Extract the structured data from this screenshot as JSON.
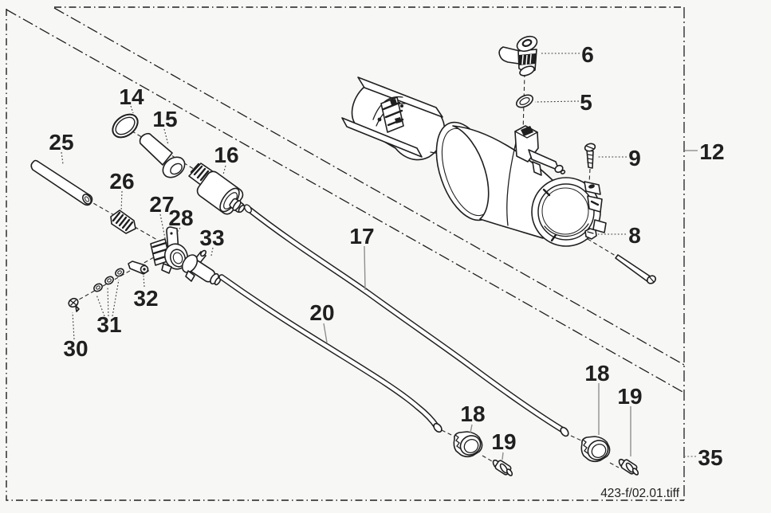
{
  "diagram": {
    "caption": "423-f/02.01.tiff",
    "callouts": {
      "c5": "5",
      "c6": "6",
      "c8": "8",
      "c9": "9",
      "c12": "12",
      "c14": "14",
      "c15": "15",
      "c16": "16",
      "c17": "17",
      "c18a": "18",
      "c18b": "18",
      "c19a": "19",
      "c19b": "19",
      "c20": "20",
      "c25": "25",
      "c26": "26",
      "c27": "27",
      "c28": "28",
      "c30": "30",
      "c31": "31",
      "c32": "32",
      "c33": "33",
      "c35": "35"
    },
    "colors": {
      "line": "#1f1f1f",
      "leader_gray": "#8f8f8f",
      "background": "#f7f7f5"
    }
  }
}
